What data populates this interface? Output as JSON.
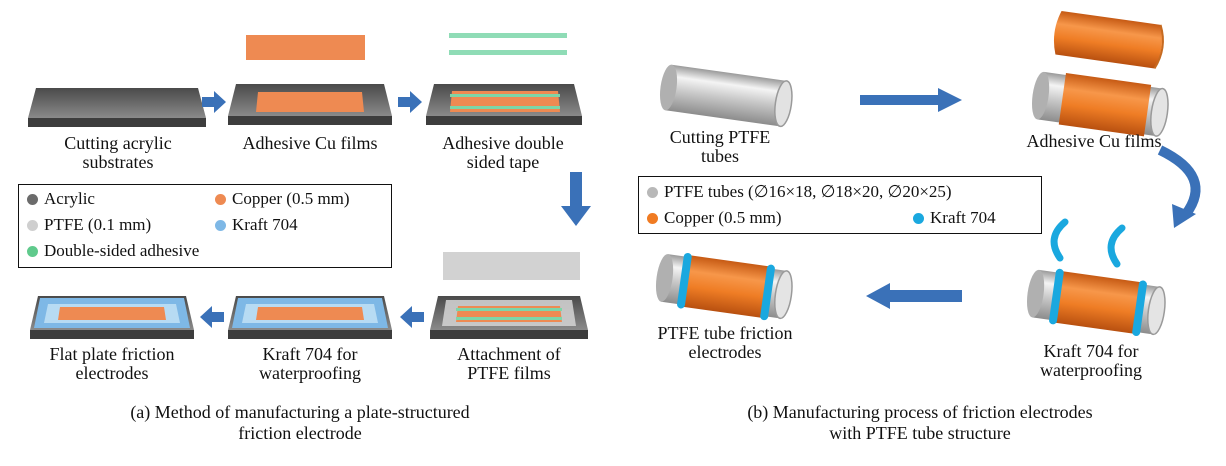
{
  "colors": {
    "acrylic": "#6b6b6b",
    "copper": "#ee8a52",
    "ptfe": "#cfcfcf",
    "kraft": "#7eb8e6",
    "adhesive": "#7cd6a8",
    "arrow": "#3a71b8",
    "tube_copper": "#f07b22",
    "tube_kraft": "#1aa8df"
  },
  "panel_a": {
    "labels": {
      "cutting_acrylic": [
        "Cutting acrylic",
        "substrates"
      ],
      "adhesive_cu": [
        "Adhesive Cu films"
      ],
      "adhesive_tape": [
        "Adhesive double",
        "sided tape"
      ],
      "flat_plate": [
        "Flat plate friction",
        "electrodes"
      ],
      "kraft_waterproofing": [
        "Kraft 704 for",
        "waterproofing"
      ],
      "attachment_ptfe": [
        "Attachment of",
        "PTFE films"
      ]
    },
    "legend": [
      {
        "text": "Acrylic",
        "color": "#6b6b6b"
      },
      {
        "text": "Copper (0.5 mm)",
        "color": "#ee8a52"
      },
      {
        "text": "PTFE (0.1 mm)",
        "color": "#cfcfcf"
      },
      {
        "text": "Kraft 704",
        "color": "#7eb8e6"
      },
      {
        "text": "Double-sided adhesive",
        "color": "#5fca8c"
      }
    ],
    "caption": [
      "(a) Method of manufacturing a plate-structured",
      "friction electrode"
    ]
  },
  "panel_b": {
    "labels": {
      "cutting_ptfe": [
        "Cutting PTFE",
        "tubes"
      ],
      "adhesive_cu": [
        "Adhesive Cu films"
      ],
      "tube_electrodes": [
        "PTFE tube friction",
        "electrodes"
      ],
      "kraft_waterproofing": [
        "Kraft 704 for",
        "waterproofing"
      ]
    },
    "legend": [
      {
        "text": "PTFE tubes (∅16×18,  ∅18×20, ∅20×25)",
        "color": "#b8b8b8"
      },
      {
        "text": "Copper (0.5 mm)",
        "color": "#f07b22"
      },
      {
        "text": "Kraft 704",
        "color": "#1aa8df"
      }
    ],
    "caption": [
      "(b) Manufacturing process of friction electrodes",
      "with PTFE tube structure"
    ]
  }
}
